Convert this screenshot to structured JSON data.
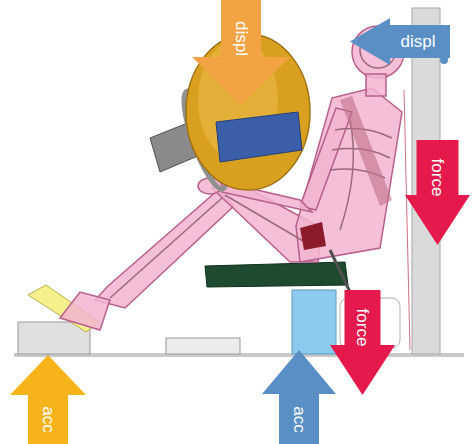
{
  "diagram": {
    "nodes": [
      {
        "text": [
          "displ"
        ]
      },
      {
        "text": [
          "displ"
        ]
      },
      {
        "text": [
          "force"
        ]
      },
      {
        "text": [
          "force"
        ]
      },
      {
        "text": [
          "acc"
        ]
      },
      {
        "text": [
          "acc"
        ]
      }
    ]
  }
}
